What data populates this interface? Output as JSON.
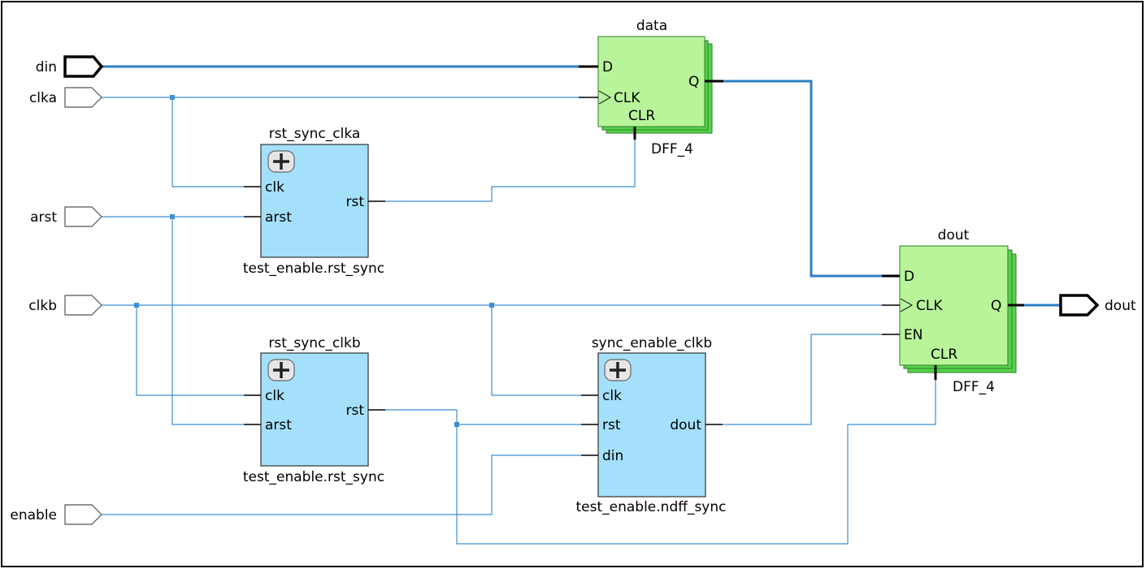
{
  "ports": {
    "din": "din",
    "clka": "clka",
    "arst": "arst",
    "clkb": "clkb",
    "enable": "enable",
    "dout": "dout"
  },
  "ff_data": {
    "title": "data",
    "type": "DFF_4",
    "pin_d": "D",
    "pin_clk": "CLK",
    "pin_clr": "CLR",
    "pin_q": "Q"
  },
  "ff_dout": {
    "title": "dout",
    "type": "DFF_4",
    "pin_d": "D",
    "pin_clk": "CLK",
    "pin_en": "EN",
    "pin_clr": "CLR",
    "pin_q": "Q"
  },
  "rst_sync_clka": {
    "title": "rst_sync_clka",
    "module": "test_enable.rst_sync",
    "pin_clk": "clk",
    "pin_arst": "arst",
    "pin_rst": "rst"
  },
  "rst_sync_clkb": {
    "title": "rst_sync_clkb",
    "module": "test_enable.rst_sync",
    "pin_clk": "clk",
    "pin_arst": "arst",
    "pin_rst": "rst"
  },
  "sync_enable_clkb": {
    "title": "sync_enable_clkb",
    "module": "test_enable.ndff_sync",
    "pin_clk": "clk",
    "pin_rst": "rst",
    "pin_din": "din",
    "pin_dout": "dout"
  },
  "colors": {
    "net": "#3a8fd6",
    "ff_fill": "#b8f49a",
    "block_fill": "#a4e0fb"
  },
  "icons": {
    "expand": "plus-expand-icon",
    "clock": "clock-edge-icon"
  }
}
